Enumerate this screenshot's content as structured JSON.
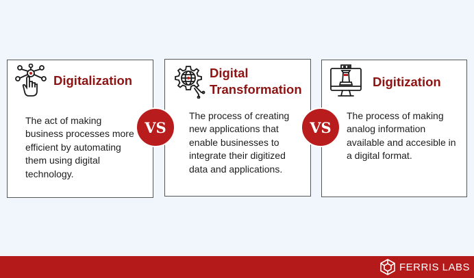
{
  "cards": [
    {
      "title": "Digitalization",
      "icon": "hand-circuit-icon",
      "text": "The act of making business processes more efficient by automating them using digital technology."
    },
    {
      "title": "Digital Transformation",
      "icon": "gear-globe-icon",
      "text": "The process of creating new applications that enable businesses to integrate their digitized data and applications."
    },
    {
      "title": "Digitization",
      "icon": "monitor-chess-rook-icon",
      "text": "The process of making analog information available and accesible in a digital format."
    }
  ],
  "vs_label": "VS",
  "footer": {
    "brand": "FERRIS LABS"
  },
  "colors": {
    "accent": "#b81c1c",
    "title": "#8e1414",
    "background": "#f1f5fc"
  }
}
